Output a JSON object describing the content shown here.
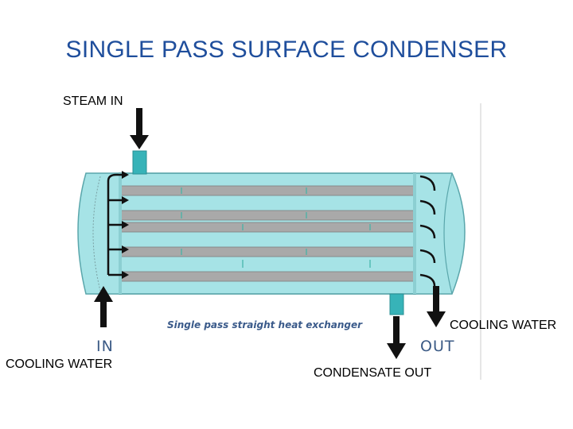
{
  "title": "SINGLE PASS SURFACE CONDENSER",
  "labels": {
    "steam_in": "STEAM IN",
    "cooling_water_out": "COOLING WATER",
    "cooling_water_in": "COOLING WATER",
    "condensate_out": "CONDENSATE OUT"
  },
  "image_text": {
    "caption": "Single pass straight heat exchanger",
    "in": "IN",
    "out": "OUT"
  },
  "colors": {
    "title": "#1f4e9c",
    "shell": "#a6e3e6",
    "tube": "#a9a9a9",
    "nozzle": "#37b3b8",
    "arrow": "#111111"
  }
}
